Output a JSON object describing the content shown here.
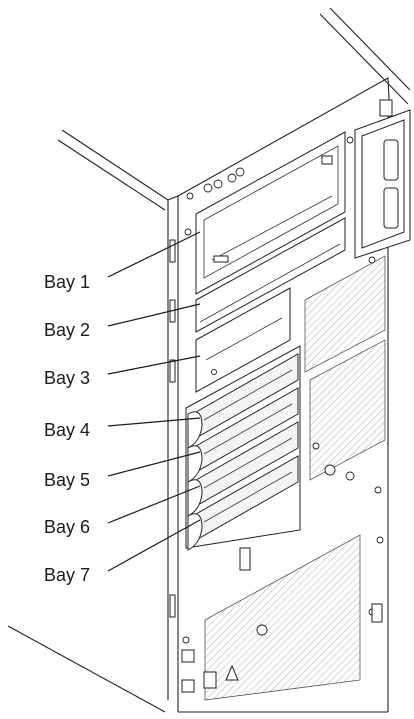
{
  "bays": [
    {
      "label": "Bay 1"
    },
    {
      "label": "Bay 2"
    },
    {
      "label": "Bay 3"
    },
    {
      "label": "Bay 4"
    },
    {
      "label": "Bay 5"
    },
    {
      "label": "Bay 6"
    },
    {
      "label": "Bay 7"
    }
  ]
}
